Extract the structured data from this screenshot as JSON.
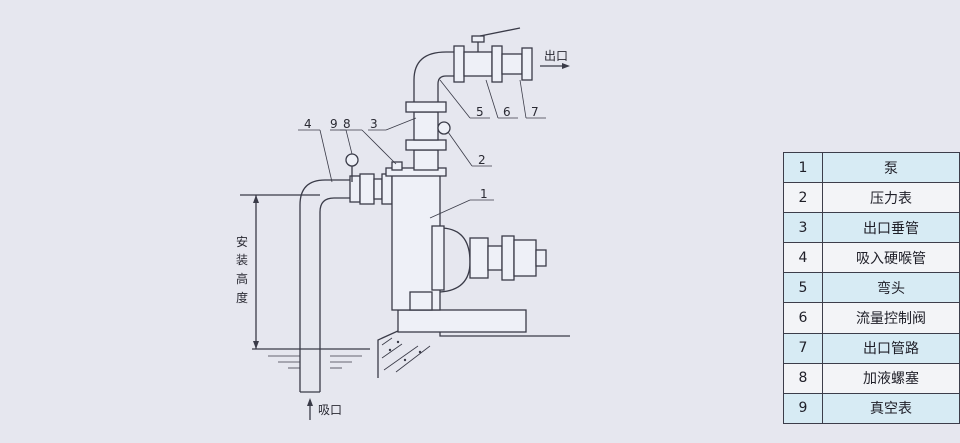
{
  "diagram": {
    "labels": {
      "outlet": "出口",
      "inlet": "吸口",
      "install_height": [
        "安",
        "装",
        "高",
        "度"
      ]
    },
    "callouts": [
      "4",
      "9",
      "8",
      "3",
      "5",
      "6",
      "7",
      "2",
      "1"
    ]
  },
  "legend": [
    {
      "num": "1",
      "name": "泵"
    },
    {
      "num": "2",
      "name": "压力表"
    },
    {
      "num": "3",
      "name": "出口垂管"
    },
    {
      "num": "4",
      "name": "吸入硬喉管"
    },
    {
      "num": "5",
      "name": "弯头"
    },
    {
      "num": "6",
      "name": "流量控制阀"
    },
    {
      "num": "7",
      "name": "出口管路"
    },
    {
      "num": "8",
      "name": "加液螺塞"
    },
    {
      "num": "9",
      "name": "真空表"
    }
  ]
}
